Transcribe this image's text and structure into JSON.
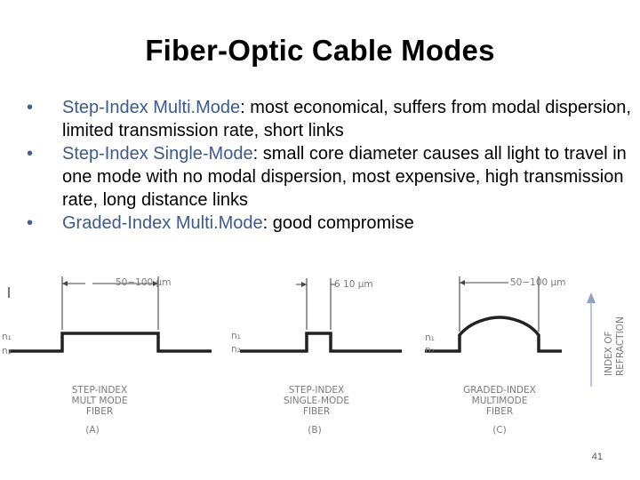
{
  "title": "Fiber-Optic Cable Modes",
  "bullets": [
    {
      "term": "Step-Index Multi.Mode",
      "text": ": most economical, suffers from modal dispersion, limited transmission rate, short links"
    },
    {
      "term": "Step-Index Single-Mode",
      "text": ": small core diameter causes all light to travel in one mode with no modal dispersion, most expensive, high transmission rate, long distance links"
    },
    {
      "term": "Graded-Index Multi.Mode",
      "text": ": good compromise"
    }
  ],
  "bullet_char": "•",
  "figure": {
    "panels": [
      {
        "dimension": "50−100 μm",
        "n1": "n₁",
        "n2": "n₂",
        "caption_lines": [
          "STEP-INDEX",
          "MULT MODE",
          "FIBER"
        ],
        "letter": "(A)"
      },
      {
        "dimension": "6  10 μm",
        "n1": "n₁",
        "n2": "n₂",
        "caption_lines": [
          "STEP-INDEX",
          "SINGLE-MODE",
          "FIBER"
        ],
        "letter": "(B)"
      },
      {
        "dimension": "50−100 μm",
        "n1": "n₁",
        "n2": "n₂",
        "caption_lines": [
          "GRADED-INDEX",
          "MULTIMODE",
          "FIBER"
        ],
        "letter": "(C)"
      }
    ],
    "axis_label_lines": [
      "INDEX OF",
      "REFRACTION"
    ]
  },
  "page_number": "41",
  "colors": {
    "bullet_term": "#3c5a8c",
    "figure_ink": "#7a7a7a",
    "axis_arrow": "#b8c7da"
  }
}
